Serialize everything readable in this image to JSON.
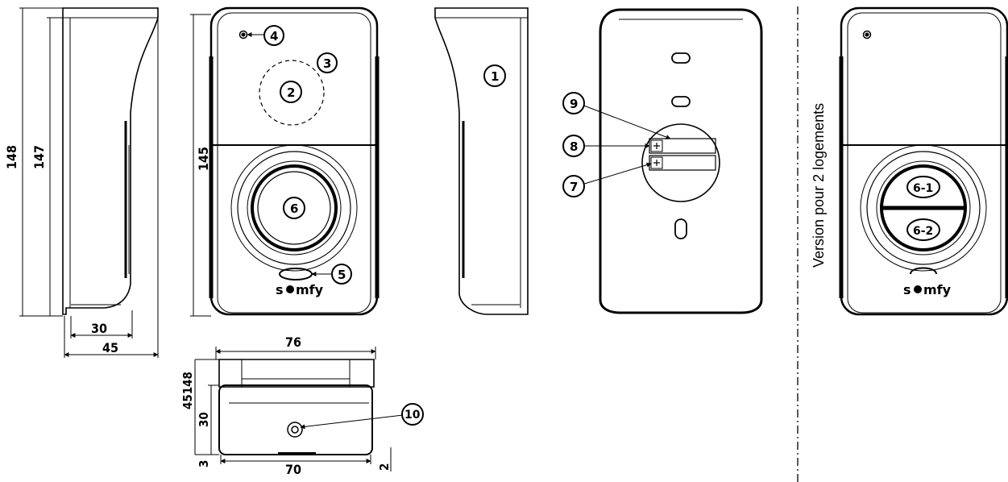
{
  "dimensions": {
    "d148": "148",
    "d147": "147",
    "d145": "145",
    "d30_side": "30",
    "d45_side": "45",
    "d76": "76",
    "d45148": "45148",
    "d30_bottom": "30",
    "d3": "3",
    "d70": "70",
    "d2": "2"
  },
  "callouts": {
    "c1": "1",
    "c2": "2",
    "c3": "3",
    "c4": "4",
    "c5": "5",
    "c6": "6",
    "c7": "7",
    "c8": "8",
    "c9": "9",
    "c10": "10",
    "c6_1": "6-1",
    "c6_2": "6-2"
  },
  "logo": {
    "brand_left": "s",
    "brand_right": "mfy"
  },
  "version_label": "Version pour 2 logements"
}
